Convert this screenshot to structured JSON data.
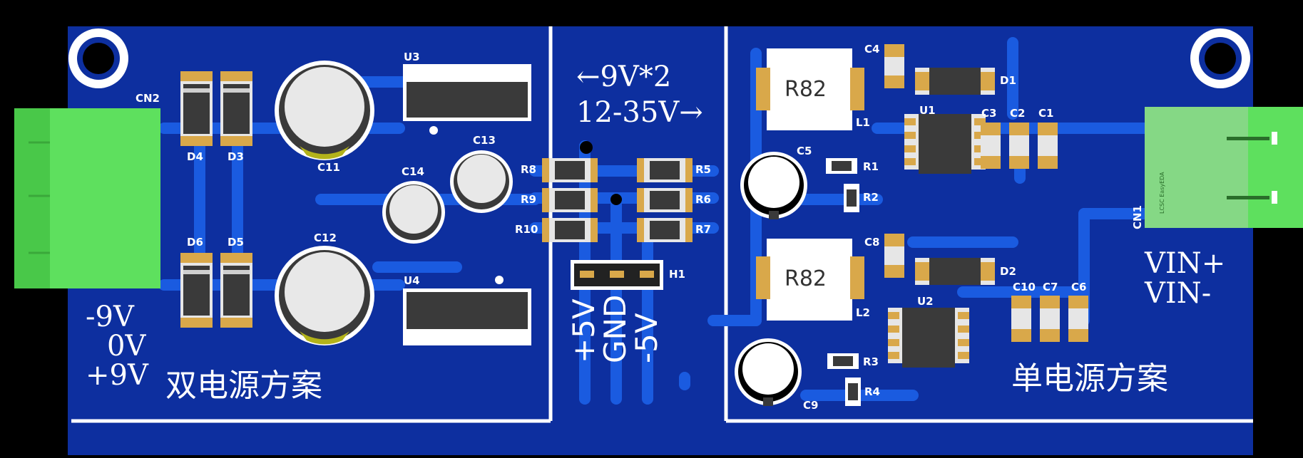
{
  "board": {
    "colors": {
      "background": "#000000",
      "pcb": "#0d2f9f",
      "trace": "#1a5be0",
      "silk": "#ffffff",
      "pad": "#d9a84a",
      "connector": "#5ee05e",
      "ic": "#3a3a3a"
    }
  },
  "left_section": {
    "title": "双电源方案",
    "pins": [
      "-9V",
      "0V",
      "+9V"
    ],
    "connector": "CN2",
    "diodes": [
      "D4",
      "D3",
      "D6",
      "D5"
    ],
    "caps": [
      "C11",
      "C12",
      "C13",
      "C14"
    ],
    "regulators": [
      "U3",
      "U4"
    ]
  },
  "middle_section": {
    "arrow_left": "←9V*2",
    "arrow_right": "12-35V→",
    "resistors_left": [
      "R8",
      "R9",
      "R10"
    ],
    "resistors_right": [
      "R5",
      "R6",
      "R7"
    ],
    "header": "H1",
    "header_pins": [
      "+5V",
      "GND",
      "-5V"
    ]
  },
  "right_section": {
    "title": "单电源方案",
    "pins": [
      "VIN+",
      "VIN-"
    ],
    "connector": "CN1",
    "connector_mark": "LCSC EasyEDA",
    "inductors": [
      "L1",
      "L2"
    ],
    "inductor_value": "R82",
    "ics": [
      "U1",
      "U2"
    ],
    "diodes": [
      "D1",
      "D2"
    ],
    "caps": [
      "C4",
      "C3",
      "C2",
      "C1",
      "C5",
      "C8",
      "C10",
      "C7",
      "C6",
      "C9"
    ],
    "resistors": [
      "R1",
      "R2",
      "R3",
      "R4"
    ]
  }
}
